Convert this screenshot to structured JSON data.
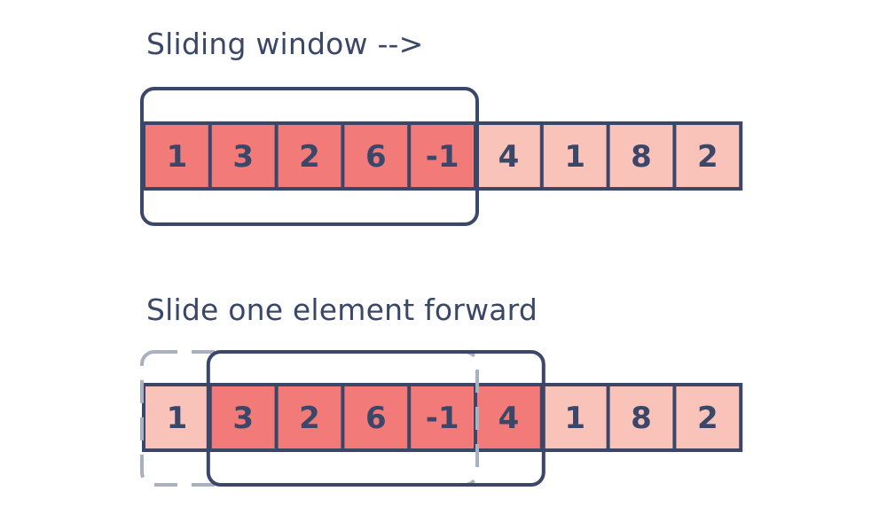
{
  "colors": {
    "outline": "#3b4768",
    "dashed": "#a9b0bf",
    "cell_in_window": "#f27a79",
    "cell_outside": "#fac3b9",
    "text": "#3b4768"
  },
  "rows": [
    {
      "caption": "Sliding window -->",
      "cells": [
        "1",
        "3",
        "2",
        "6",
        "-1",
        "4",
        "1",
        "8",
        "2"
      ],
      "window_start": 0,
      "window_size": 5,
      "previous_window_start": null
    },
    {
      "caption": "Slide one element forward",
      "cells": [
        "1",
        "3",
        "2",
        "6",
        "-1",
        "4",
        "1",
        "8",
        "2"
      ],
      "window_start": 1,
      "window_size": 5,
      "previous_window_start": 0
    }
  ]
}
